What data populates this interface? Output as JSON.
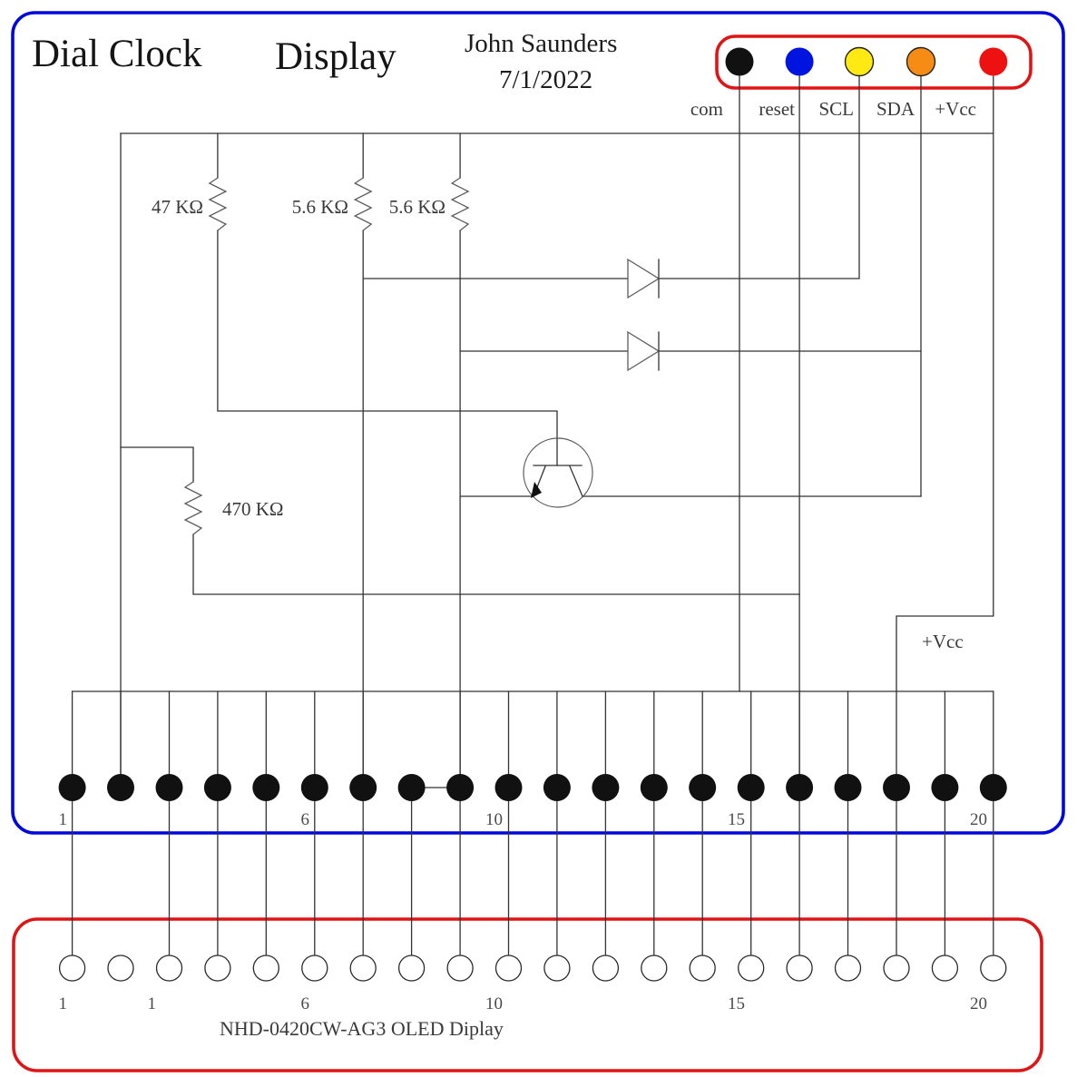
{
  "title": {
    "product": "Dial Clock",
    "subtitle": "Display",
    "author": "John Saunders",
    "date": "7/1/2022"
  },
  "input_connector": {
    "labels": [
      "com",
      "reset",
      "SCL",
      "SDA",
      "+Vcc"
    ],
    "dot_colors": [
      "#111111",
      "#0014e0",
      "#ffe913",
      "#f68c14",
      "#ee1111"
    ]
  },
  "components": {
    "r47k": "47 KΩ",
    "r5k6_a": "5.6 KΩ",
    "r5k6_b": "5.6 KΩ",
    "r470k": "470 KΩ",
    "vcc_feed": "+Vcc"
  },
  "header_pins": {
    "numbers": [
      "1",
      "6",
      "10",
      "15",
      "20"
    ]
  },
  "oled_connector": {
    "numbers": [
      "1",
      "1",
      "6",
      "10",
      "15",
      "20"
    ],
    "name": "NHD-0420CW-AG3 OLED Diplay"
  },
  "colors": {
    "board_outline": "#0008dd",
    "connector_outline": "#e01414",
    "wire": "#333333"
  }
}
